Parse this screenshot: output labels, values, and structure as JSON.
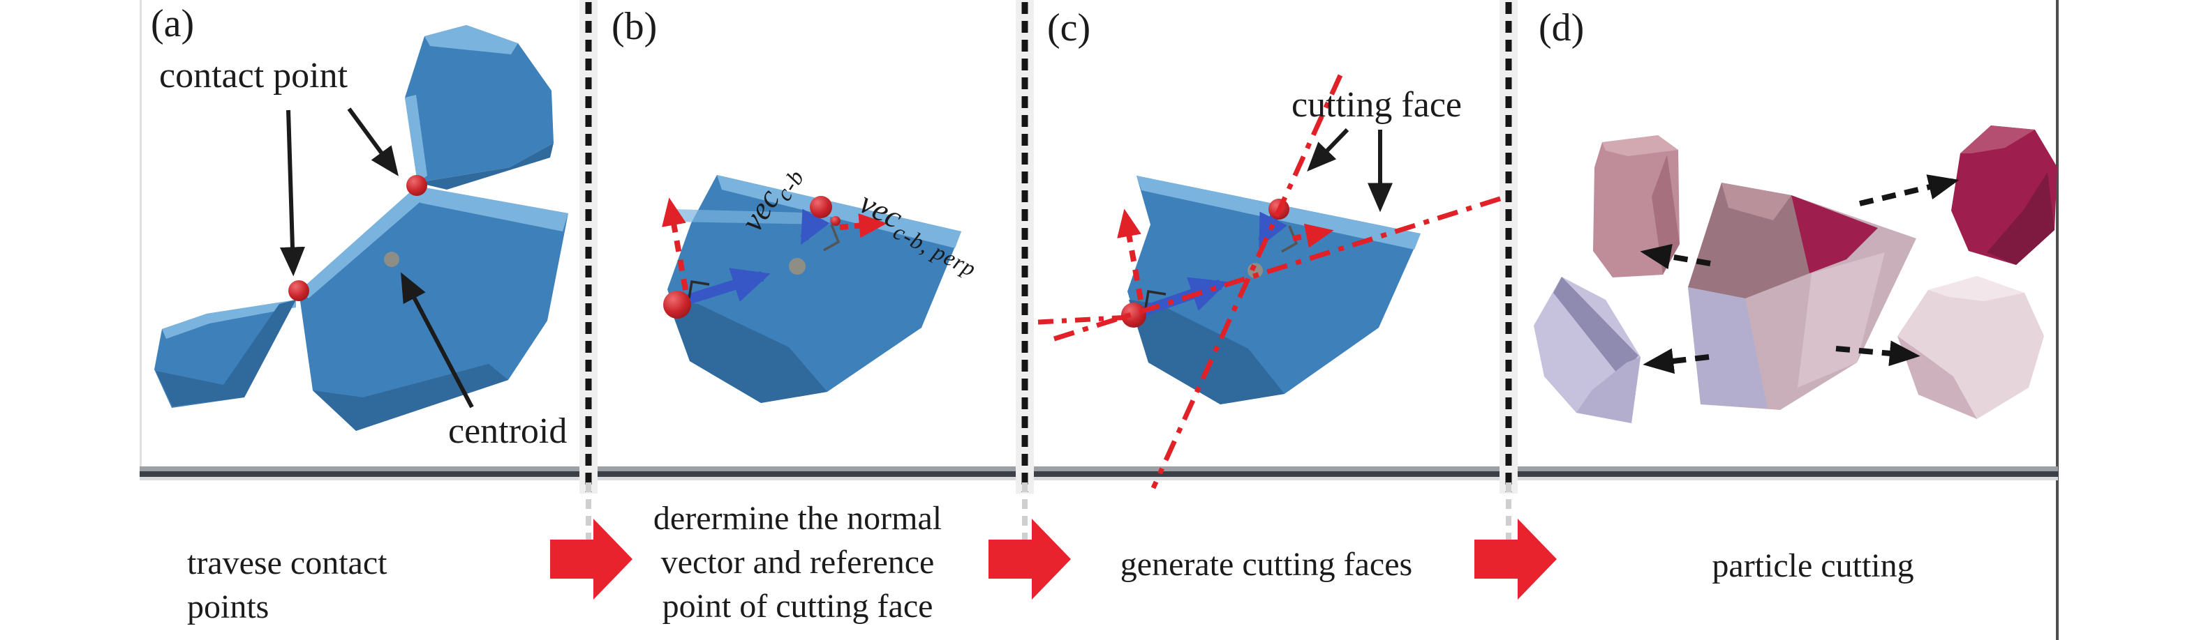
{
  "panels": {
    "a": {
      "label": "(a)",
      "contact_point_label": "contact point",
      "centroid_label": "centroid"
    },
    "b": {
      "label": "(b)",
      "vec_cb": {
        "base": "vec",
        "sub": "c-b"
      },
      "vec_cb_perp": {
        "base": "vec",
        "sub": "c-b, perp"
      }
    },
    "c": {
      "label": "(c)",
      "cutting_face_label": "cutting face"
    },
    "d": {
      "label": "(d)"
    }
  },
  "process_steps": [
    {
      "lines": [
        "travese contact",
        "points"
      ]
    },
    {
      "lines": [
        "derermine the normal",
        "vector and reference",
        "point of cutting face"
      ]
    },
    {
      "lines": [
        "generate cutting faces"
      ]
    },
    {
      "lines": [
        "particle cutting"
      ]
    }
  ],
  "colors": {
    "text_black": "#1b1b1b",
    "particle_blue": "#3d80ba",
    "particle_blue_light": "#7ab3de",
    "particle_blue_dark": "#30699c",
    "contact_red": "#c9252b",
    "centroid_gray": "#8e8e86",
    "vector_blue": "#3657c5",
    "dash_red": "#e02128",
    "flow_arrow_red": "#e8232d",
    "divider_black": "#151515",
    "bar_gray_mid": "#9aa0a6",
    "bar_gray_dark": "#3c4046",
    "bar_gray_light": "#d9dbde",
    "frag_rose": "#bf8d99",
    "frag_rose_light": "#d2a8b1",
    "frag_rose_dark": "#a6707e",
    "frag_crimson": "#9e1f4e",
    "frag_crimson_light": "#b54f72",
    "frag_crimson_dark": "#7e1940",
    "frag_mauve": "#9a7580",
    "frag_pink": "#c9afba",
    "frag_pink_light": "#dcc6cf",
    "frag_lavender": "#b3aecd",
    "frag_lavender_light": "#c6c2de",
    "frag_lavender_dark": "#8f8bb0",
    "frag_pale_pink": "#e7d5dc",
    "frag_pale_pink_light": "#f2e6ea",
    "frag_pale_pink_dark": "#cdb2bd"
  }
}
